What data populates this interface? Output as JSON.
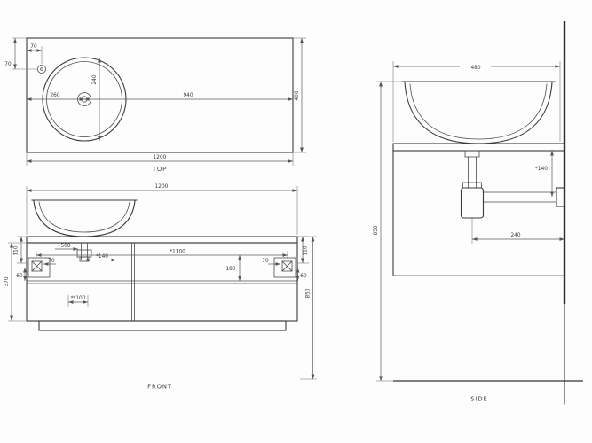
{
  "views": {
    "top": {
      "label": "TOP",
      "dims": {
        "width": "1200",
        "depth": "400",
        "basin_to_right": "940",
        "basin_center": "260",
        "basin_dia": "240",
        "faucet_x": "70",
        "faucet_y": "70"
      }
    },
    "front": {
      "label": "FRONT",
      "dims": {
        "width": "1200",
        "inner_width": "*1100",
        "side_left": "110",
        "side_right": "110",
        "drain_offset": "500",
        "drain_drop": "*140",
        "bracket_left_w": "70",
        "bracket_left_h": "60",
        "bracket_right_w": "70",
        "bracket_right_h": "60",
        "cabinet_height": "370",
        "drawer_height": "180",
        "plinth": "**100",
        "height": "850"
      }
    },
    "side": {
      "label": "SIDE",
      "dims": {
        "depth": "480",
        "trap_drop": "*140",
        "height": "850",
        "outlet": "240"
      }
    }
  }
}
